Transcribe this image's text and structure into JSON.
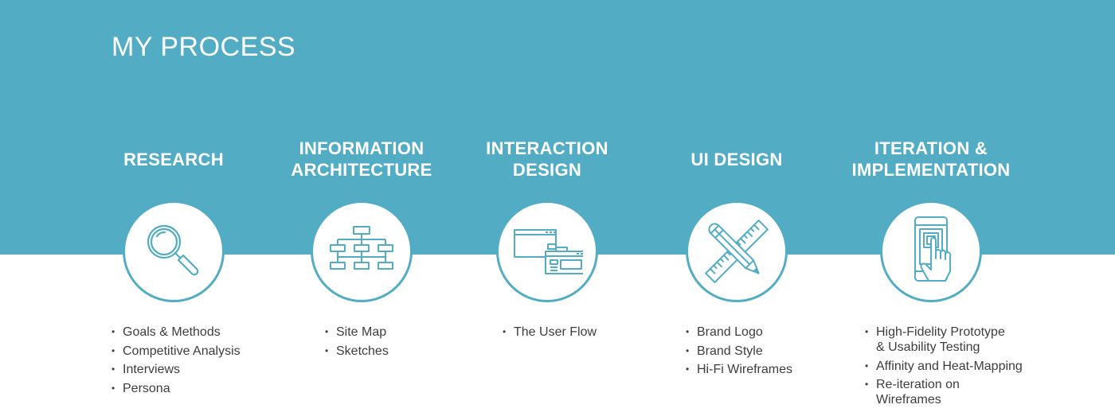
{
  "page": {
    "title": "MY PROCESS",
    "accent_color": "#52adc4"
  },
  "steps": [
    {
      "heading": "RESEARCH",
      "icon": "magnifier-icon",
      "items": [
        "Goals & Methods",
        "Competitive Analysis",
        "Interviews",
        "Persona"
      ]
    },
    {
      "heading": "INFORMATION\nARCHITECTURE",
      "icon": "sitemap-icon",
      "items": [
        "Site Map",
        "Sketches"
      ]
    },
    {
      "heading": "INTERACTION\nDESIGN",
      "icon": "windows-flow-icon",
      "items": [
        "The User Flow"
      ]
    },
    {
      "heading": "UI DESIGN",
      "icon": "pencil-ruler-icon",
      "items": [
        "Brand Logo",
        "Brand Style",
        "Hi-Fi Wireframes"
      ]
    },
    {
      "heading": "ITERATION &\nIMPLEMENTATION",
      "icon": "phone-touch-icon",
      "items": [
        "High-Fidelity Prototype\n& Usability Testing",
        "Affinity and Heat-Mapping",
        "Re-iteration on Wireframes"
      ]
    }
  ]
}
